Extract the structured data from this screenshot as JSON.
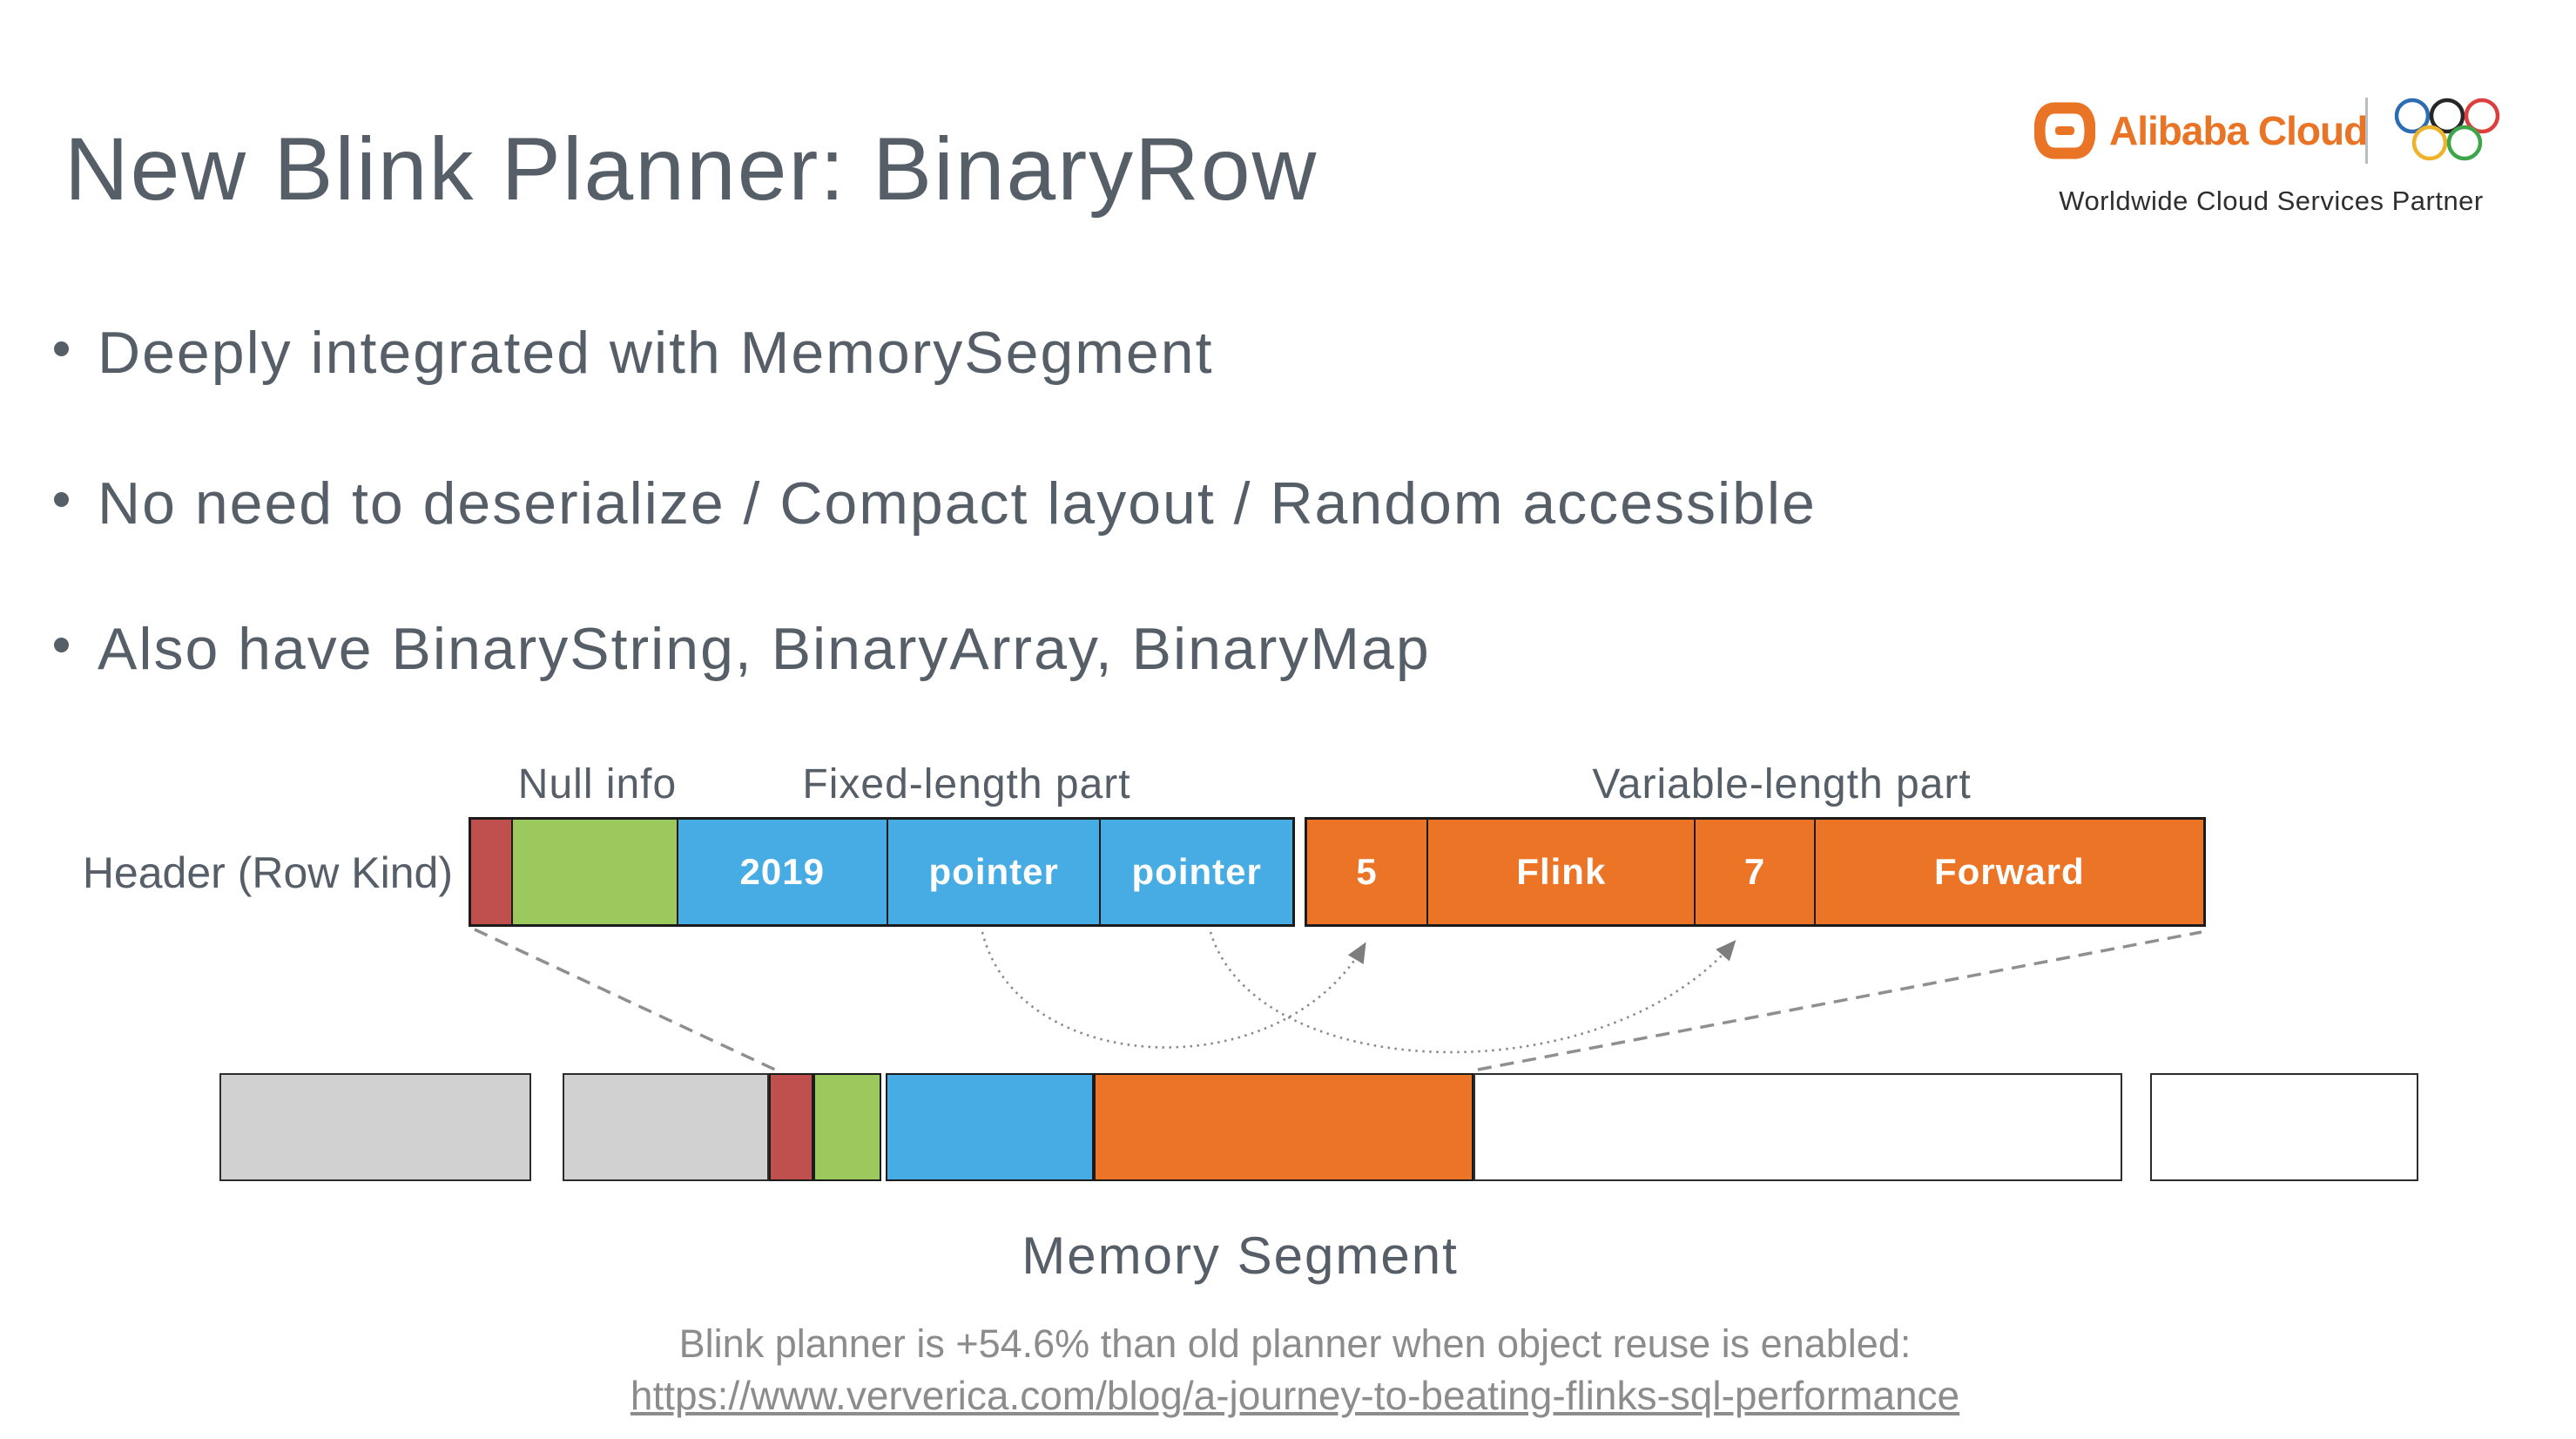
{
  "slide": {
    "title": "New Blink Planner: BinaryRow",
    "bullets": [
      "Deeply integrated with MemorySegment",
      "No need to deserialize / Compact layout / Random accessible",
      "Also have BinaryString, BinaryArray, BinaryMap"
    ]
  },
  "logo": {
    "brand": "Alibaba Cloud",
    "tagline": "Worldwide Cloud Services Partner"
  },
  "diagram": {
    "region_labels": {
      "null_info": "Null info",
      "fixed": "Fixed-length part",
      "variable": "Variable-length part"
    },
    "row_label": "Header (Row Kind)",
    "fixed_segments": [
      {
        "label": "",
        "name": "header-row-kind"
      },
      {
        "label": "",
        "name": "null-info-bits"
      },
      {
        "label": "2019"
      },
      {
        "label": "pointer"
      },
      {
        "label": "pointer"
      }
    ],
    "variable_segments": [
      {
        "label": "5"
      },
      {
        "label": "Flink"
      },
      {
        "label": "7"
      },
      {
        "label": "Forward"
      }
    ],
    "memory_label": "Memory Segment",
    "caption": "Blink planner is +54.6% than old planner when object reuse is enabled:",
    "link": "https://www.ververica.com/blog/a-journey-to-beating-flinks-sql-performance"
  },
  "colors": {
    "text": "#565e68",
    "muted": "#8c8c8c",
    "red": "#c0504d",
    "green": "#9cc95e",
    "blue": "#47abe4",
    "orange": "#ec7426",
    "gray_box": "#d1d1d1",
    "brand_orange": "#e97425"
  }
}
